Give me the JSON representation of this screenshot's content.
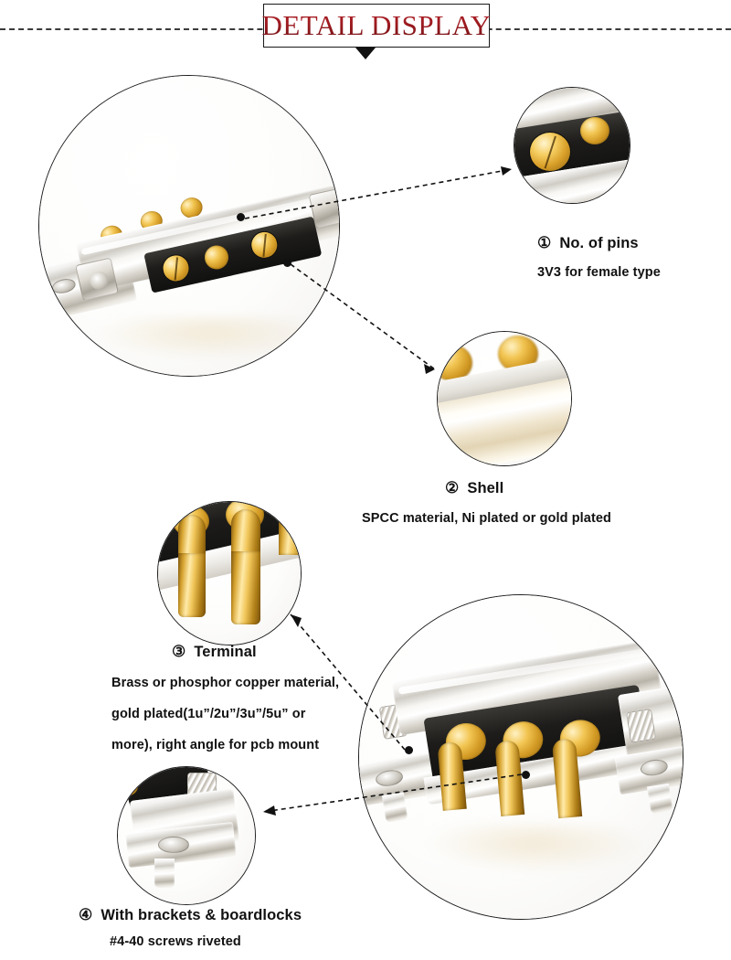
{
  "header": {
    "title": "DETAIL DISPLAY"
  },
  "annotations": [
    {
      "marker": "①",
      "title": "No. of pins",
      "lines": [
        "3V3 for female type"
      ]
    },
    {
      "marker": "②",
      "title": "Shell",
      "lines": [
        "SPCC material, Ni plated or gold plated"
      ]
    },
    {
      "marker": "③",
      "title": "Terminal",
      "lines": [
        "Brass or phosphor copper material,",
        "gold plated(1u”/2u”/3u”/5u” or",
        "more), right angle for pcb mount"
      ]
    },
    {
      "marker": "④",
      "title": "With brackets & boardlocks",
      "lines": [
        "#4-40 screws riveted"
      ]
    }
  ],
  "colors": {
    "title_red": "#9d1b20",
    "outline": "#1d1d1d",
    "text": "#111111",
    "gold": "#d89f28",
    "shell_silver": "#cfccc5",
    "insulator_black": "#1d1c1a"
  }
}
